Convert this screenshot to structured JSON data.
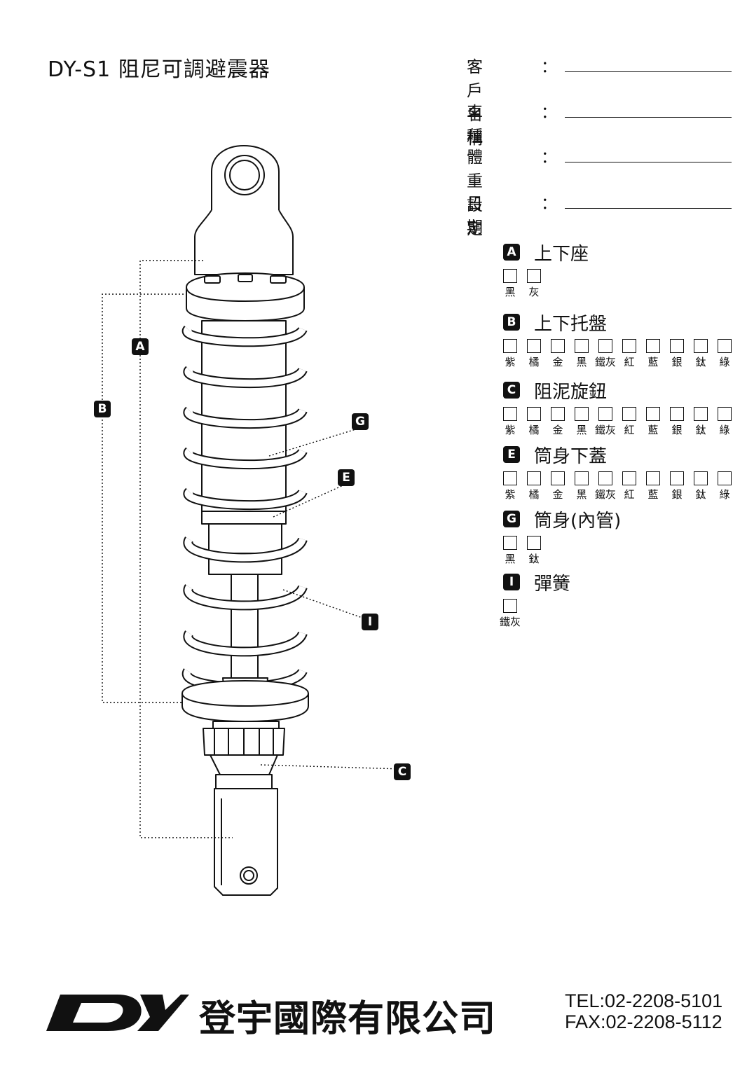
{
  "title": "DY-S1 阻尼可調避震器",
  "form": {
    "fields": [
      {
        "label": "客戶名稱",
        "colon": "："
      },
      {
        "label": "車　　種",
        "colon": "："
      },
      {
        "label": "體重設定",
        "colon": "："
      },
      {
        "label": "日　　期",
        "colon": "："
      }
    ]
  },
  "diagram_tags": {
    "A": "A",
    "B": "B",
    "G": "G",
    "E": "E",
    "I": "I",
    "C": "C"
  },
  "sections": [
    {
      "tag": "A",
      "title": "上下座",
      "options": [
        "黑",
        "灰"
      ]
    },
    {
      "tag": "B",
      "title": "上下托盤",
      "options": [
        "紫",
        "橘",
        "金",
        "黑",
        "鐵灰",
        "紅",
        "藍",
        "銀",
        "鈦",
        "綠"
      ]
    },
    {
      "tag": "C",
      "title": "阻泥旋鈕",
      "options": [
        "紫",
        "橘",
        "金",
        "黑",
        "鐵灰",
        "紅",
        "藍",
        "銀",
        "鈦",
        "綠"
      ]
    },
    {
      "tag": "E",
      "title": "筒身下蓋",
      "options": [
        "紫",
        "橘",
        "金",
        "黑",
        "鐵灰",
        "紅",
        "藍",
        "銀",
        "鈦",
        "綠"
      ]
    },
    {
      "tag": "G",
      "title": "筒身(內管)",
      "options": [
        "黑",
        "鈦"
      ]
    },
    {
      "tag": "I",
      "title": "彈簧",
      "options": [
        "鐵灰"
      ]
    }
  ],
  "footer": {
    "logo": "DY",
    "company": "登宇國際有限公司",
    "tel": "TEL:02-2208-5101",
    "fax": "FAX:02-2208-5112"
  },
  "colors": {
    "ink": "#111111",
    "background": "#ffffff",
    "tag_text": "#ffffff"
  }
}
